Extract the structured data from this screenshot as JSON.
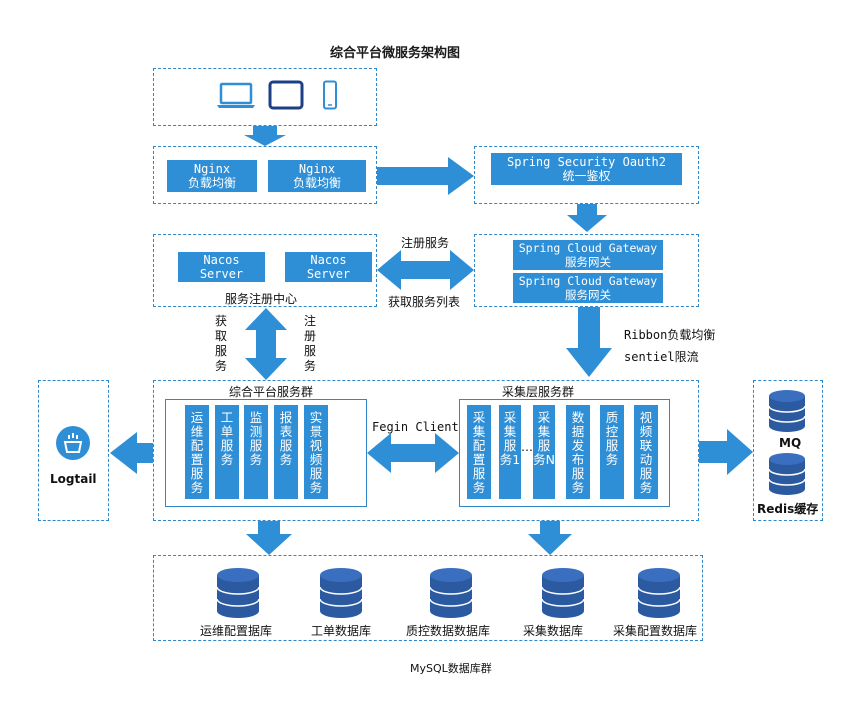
{
  "title": "综合平台微服务架构图",
  "nginx": [
    "Nginx\n负载均衡",
    "Nginx\n负载均衡"
  ],
  "auth": "Spring Security Oauth2\n统一鉴权",
  "gateways": [
    "Spring Cloud Gateway\n服务网关",
    "Spring Cloud Gateway\n服务网关"
  ],
  "nacos": [
    "Nacos\nServer",
    "Nacos\nServer"
  ],
  "registry_label": "服务注册中心",
  "edge_labels": {
    "register": "注册服务",
    "fetch_list": "获取服务列表",
    "fetch_service": "获取服务",
    "register_service": "注册服务",
    "ribbon": "Ribbon负载均衡",
    "sentinel": "sentiel限流",
    "fegin": "Fegin Client"
  },
  "platform_group": {
    "title": "综合平台服务群",
    "services": [
      "运维配置服务",
      "工单服务",
      "监测服务",
      "报表服务",
      "实景视频服务"
    ]
  },
  "collect_group": {
    "title": "采集层服务群",
    "services": [
      "采集配置服务",
      "采集服务1",
      "采集服务N",
      "数据发布服务",
      "质控服务",
      "视频联动服务"
    ],
    "ellipsis": "…"
  },
  "logtail": {
    "label": "Logtail",
    "icon": "logtail-icon"
  },
  "cache": {
    "mq": "MQ",
    "redis": "Redis缓存"
  },
  "databases": [
    "运维配置据库",
    "工单数据库",
    "质控数据数据库",
    "采集数据库",
    "采集配置数据库"
  ],
  "db_group_label": "MySQL数据库群",
  "colors": {
    "primary": "#2f8fd6",
    "dark": "#1d4e89",
    "border": "#2f86c8"
  }
}
